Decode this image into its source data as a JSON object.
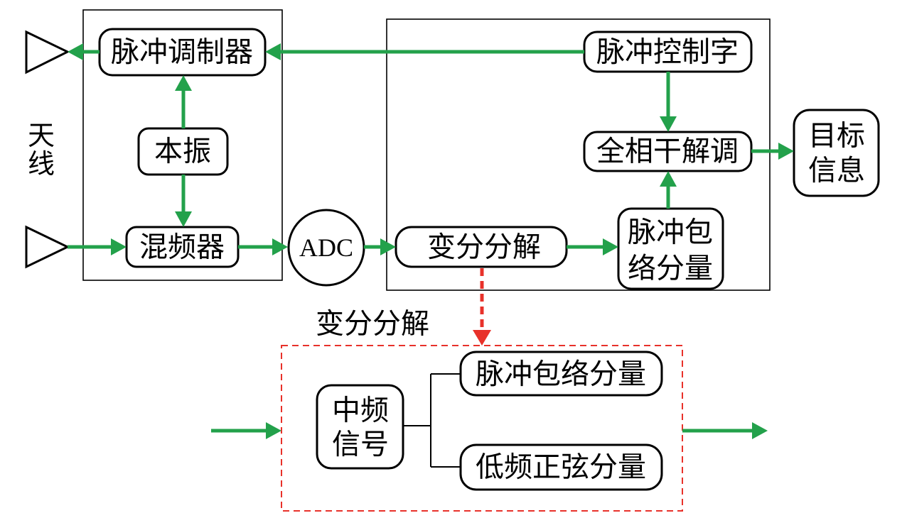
{
  "colors": {
    "signal_arrow": "#23a14b",
    "highlight": "#e8312a",
    "outline": "#000000"
  },
  "antenna": {
    "label_lines": [
      "天",
      "线"
    ]
  },
  "rf_front_end": {
    "pulse_modulator": "脉冲调制器",
    "local_oscillator": "本振",
    "mixer": "混频器"
  },
  "adc": "ADC",
  "processor": {
    "pulse_control_word": "脉冲控制字",
    "coherent_demodulation": "全相干解调",
    "variational_decomposition": "变分分解",
    "pulse_envelope_lines": [
      "脉冲包",
      "络分量"
    ]
  },
  "target_info_lines": [
    "目标",
    "信息"
  ],
  "detail": {
    "title": "变分分解",
    "if_signal_lines": [
      "中频",
      "信号"
    ],
    "pulse_envelope": "脉冲包络分量",
    "low_freq_sine": "低频正弦分量"
  }
}
